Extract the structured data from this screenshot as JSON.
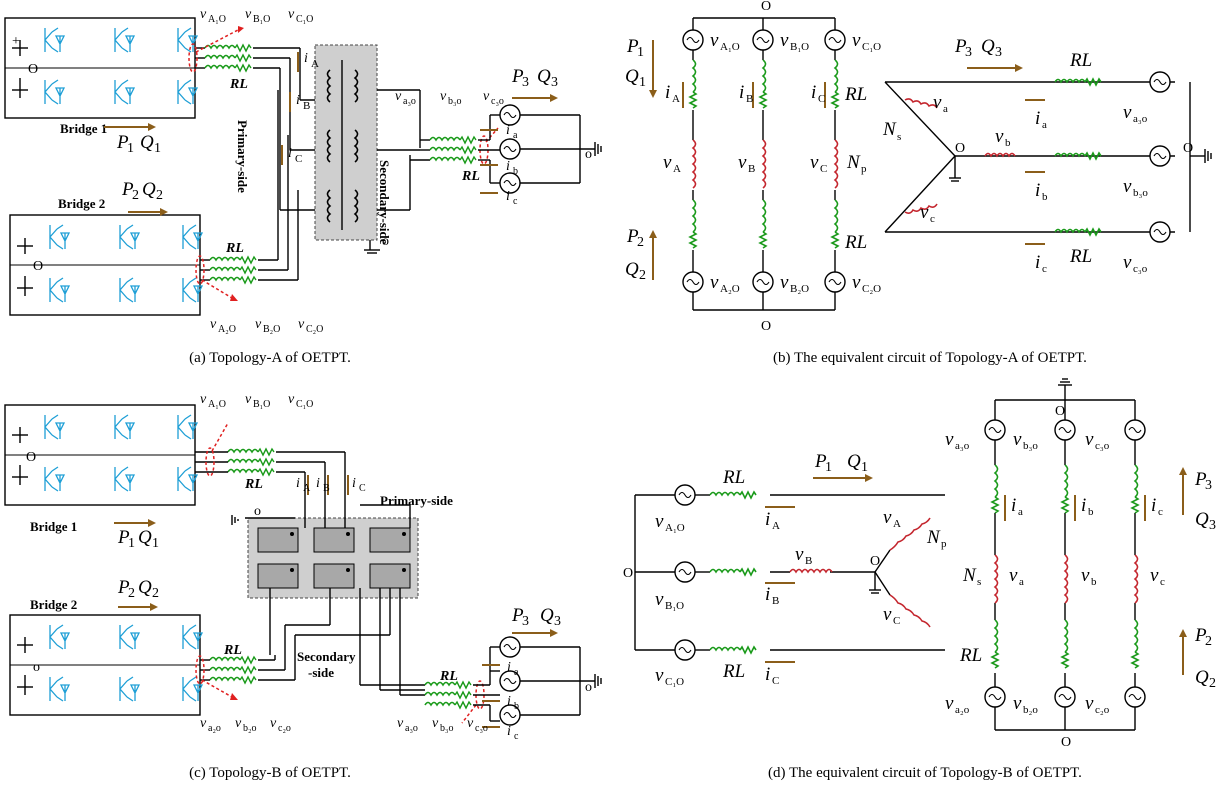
{
  "captions": {
    "a": "(a) Topology-A of OETPT.",
    "b": "(b) The equivalent circuit of Topology-A of OETPT.",
    "c": "(c) Topology-B of OETPT.",
    "d": "(d) The equivalent circuit of Topology-B of OETPT."
  },
  "labels": {
    "bridge1": "Bridge 1",
    "bridge2": "Bridge 2",
    "primary_side": "Primary-side",
    "secondary_side": "Secondary-side",
    "secondary_l1": "Secondary",
    "secondary_l2": "-side",
    "rl": "RL",
    "o": "O",
    "o_lower": "o",
    "p1": "P",
    "q1": "Q",
    "sub1": "1",
    "p2": "P",
    "q2": "Q",
    "sub2": "2",
    "p3": "P",
    "q3": "Q",
    "sub3": "3",
    "np": "N",
    "np_sub": "p",
    "ns": "N",
    "ns_sub": "s",
    "v": "v",
    "i": "i",
    "subs_primary_top": [
      "A₁O",
      "B₁O",
      "C₁O"
    ],
    "subs_primary_bot": [
      "A₂O",
      "B₂O",
      "C₂O"
    ],
    "subs_secondary_top": [
      "a₁o",
      "b₁o",
      "c₁o"
    ],
    "subs_secondary_top3": [
      "a₃o",
      "b₃o",
      "c₃o"
    ],
    "subs_secondary_bot": [
      "a₂o",
      "b₂o",
      "c₂o"
    ],
    "phase_upper": [
      "A",
      "B",
      "C"
    ],
    "phase_lower": [
      "a",
      "b",
      "c"
    ],
    "plus": "+",
    "minus": "−"
  }
}
